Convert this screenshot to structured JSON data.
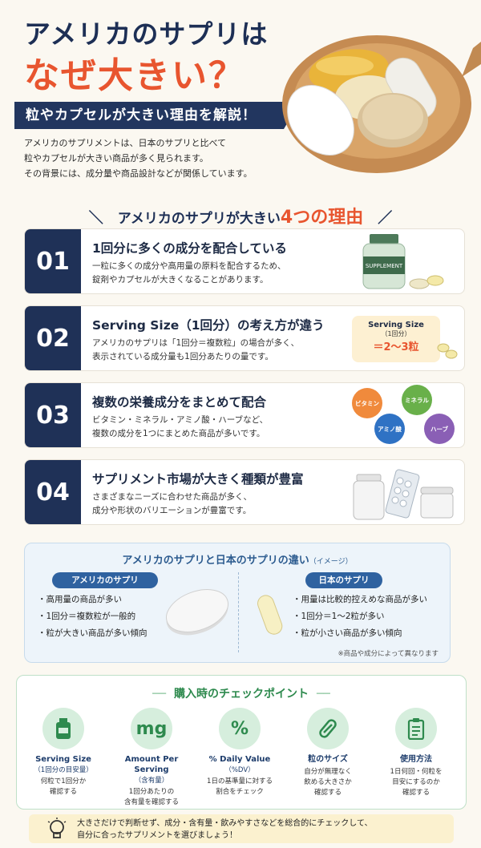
{
  "hero": {
    "title_line1": "アメリカのサプリは",
    "title_line2": "なぜ大きい？",
    "ribbon": "粒やカプセルが大きい理由を解説！",
    "intro": [
      "アメリカのサプリメントは、日本のサプリと比べて",
      "粒やカプセルが大きい商品が多く見られます。",
      "その背景には、成分量や商品設計などが関係しています。"
    ]
  },
  "reasons": {
    "heading_pre": "アメリカのサプリが大きい",
    "heading_em": "4つの理由",
    "items": [
      {
        "num": "01",
        "title": "1回分に多くの成分を配合している",
        "desc": [
          "一粒に多くの成分や高用量の原料を配合するため、",
          "錠剤やカプセルが大きくなることがあります。"
        ],
        "label": "SUPPLEMENT"
      },
      {
        "num": "02",
        "title": "Serving Size（1回分）の考え方が違う",
        "desc": [
          "アメリカのサプリは「1回分＝複数粒」の場合が多く、",
          "表示されている成分量も1回分あたりの量です。"
        ],
        "box_title": "Serving Size",
        "box_sub": "（1回分）",
        "box_val": "＝2〜3粒"
      },
      {
        "num": "03",
        "title": "複数の栄養成分をまとめて配合",
        "desc": [
          "ビタミン・ミネラル・アミノ酸・ハーブなど、",
          "複数の成分を1つにまとめた商品が多いです。"
        ],
        "bubbles": [
          "ビタミン",
          "ミネラル",
          "アミノ酸",
          "ハーブ"
        ]
      },
      {
        "num": "04",
        "title": "サプリメント市場が大きく種類が豊富",
        "desc": [
          "さまざまなニーズに合わせた商品が多く、",
          "成分や形状のバリエーションが豊富です。"
        ]
      }
    ]
  },
  "compare": {
    "title": "アメリカのサプリと日本のサプリの違い",
    "title_note": "（イメージ）",
    "us_label": "アメリカのサプリ",
    "us_items": [
      "・高用量の商品が多い",
      "・1回分＝複数粒が一般的",
      "・粒が大きい商品が多い傾向"
    ],
    "jp_label": "日本のサプリ",
    "jp_items": [
      "・用量は比較的控えめな商品が多い",
      "・1回分＝1〜2粒が多い",
      "・粒が小さい商品が多い傾向"
    ],
    "note": "※商品や成分によって異なります"
  },
  "check": {
    "title": "購入時のチェックポイント",
    "items": [
      {
        "icon": "bottle-icon",
        "glyph": "",
        "label": "Serving Size",
        "sub": "（1回分の目安量）",
        "desc": [
          "何粒で1回分か",
          "確認する"
        ]
      },
      {
        "icon": "mg-icon",
        "glyph": "mg",
        "label": "Amount Per Serving",
        "sub": "（含有量）",
        "desc": [
          "1回分あたりの",
          "含有量を確認する"
        ]
      },
      {
        "icon": "percent-icon",
        "glyph": "%",
        "label": "% Daily Value",
        "sub": "（%DV）",
        "desc": [
          "1日の基準量に対する",
          "割合をチェック"
        ]
      },
      {
        "icon": "capsule-icon",
        "glyph": "",
        "label": "粒のサイズ",
        "sub": "",
        "desc": [
          "自分が無理なく",
          "飲める大きさか",
          "確認する"
        ]
      },
      {
        "icon": "clipboard-icon",
        "glyph": "",
        "label": "使用方法",
        "sub": "",
        "desc": [
          "1日何回・何粒を",
          "目安にするのか",
          "確認する"
        ]
      }
    ]
  },
  "tip": {
    "icon": "lightbulb-icon",
    "lines": [
      "大きさだけで判断せず、成分・含有量・飲みやすさなどを総合的にチェックして、",
      "自分に合ったサプリメントを選びましょう！"
    ]
  },
  "colors": {
    "navy": "#1f3157",
    "accent": "#e8552f",
    "green": "#2e8a4e",
    "blue": "#2f62a0"
  }
}
